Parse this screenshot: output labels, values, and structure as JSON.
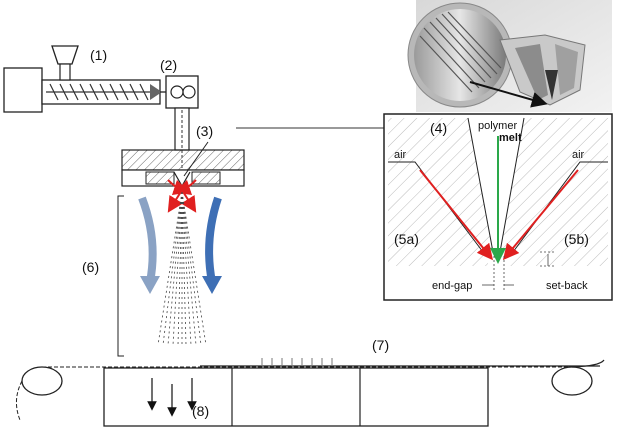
{
  "labels": {
    "extruder": "(1)",
    "pump": "(2)",
    "die": "(3)",
    "detail": "(4)",
    "air_left": "(5a)",
    "air_right": "(5b)",
    "fiber_stream": "(6)",
    "belt": "(7)",
    "suction": "(8)"
  },
  "detail_text": {
    "polymer": "polymer",
    "melt": "melt",
    "air_left": "air",
    "air_right": "air",
    "end_gap": "end-gap",
    "set_back": "set-back"
  },
  "colors": {
    "polymer_flow": "#2aa84a",
    "air_flow": "#e02020",
    "air_stream_light": "#8aa2c4",
    "air_stream_dark": "#3e6fb5",
    "hatch": "#555555"
  },
  "icons": {
    "die_photo": "die-cross-section-photo",
    "gear_pump": "gear-pump-icon",
    "screw": "extruder-screw-icon"
  }
}
